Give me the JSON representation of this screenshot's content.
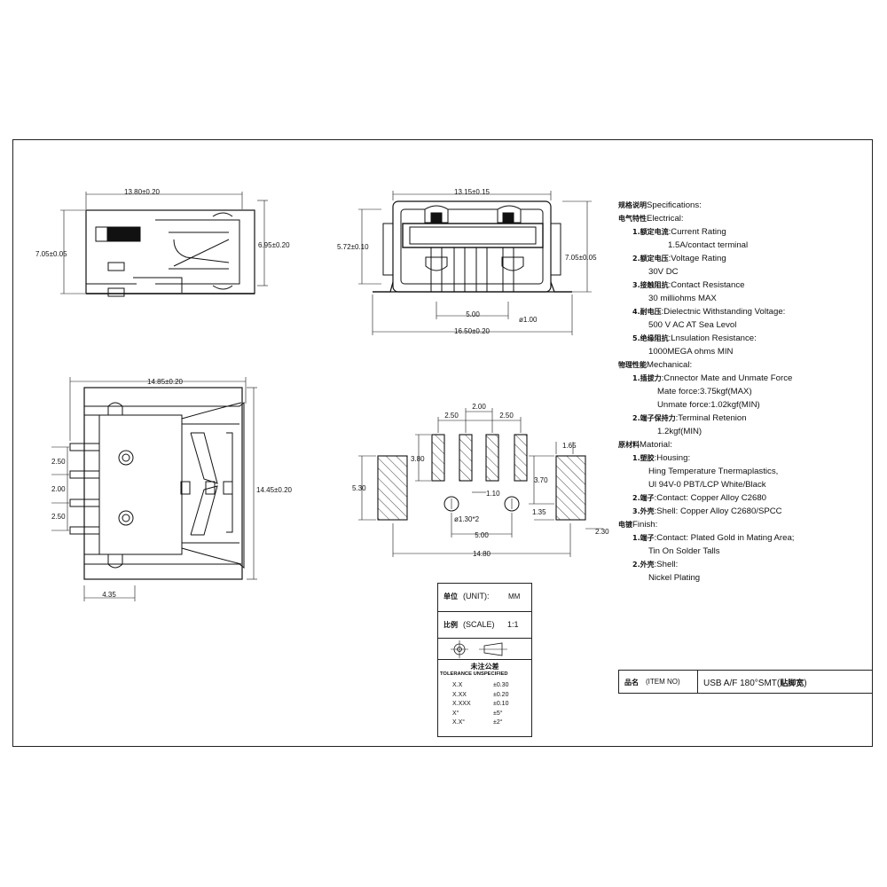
{
  "dims": {
    "top_left_width": "13.80±0.20",
    "top_left_height_left": "7.05±0.05",
    "top_left_height_right": "6.95±0.20",
    "front_top": "13.15±0.15",
    "front_left": "5.72±0.10",
    "front_right": "7.05±0.05",
    "front_pitch": "5.00",
    "front_hole": "ø1.00",
    "front_bottom": "16.50±0.20",
    "bottom_left_width": "14.85±0.20",
    "bottom_left_right": "14.45±0.20",
    "bottom_left_bottom": "4.35",
    "bottom_left_p1": "2.50",
    "bottom_left_p2": "2.00",
    "bottom_left_p3": "2.50",
    "pcb_p1": "2.50",
    "pcb_p2": "2.00",
    "pcb_p3": "2.50",
    "pcb_pad_h": "3.80",
    "pcb_big_h": "5.30",
    "pcb_right_top": "1.65",
    "pcb_right_h": "3.70",
    "pcb_mid": "1.10",
    "pcb_135": "1.35",
    "pcb_230": "2.30",
    "pcb_holes": "ø1.30*2",
    "pcb_500": "5.00",
    "pcb_total": "14.80"
  },
  "specs": [
    {
      "zh": "规格说明",
      "en": "Specifications:",
      "indent": 0
    },
    {
      "zh": "电气特性",
      "en": "Electrical:",
      "indent": 0
    },
    {
      "zh": "1.额定电流",
      "en": "Current Rating",
      "indent": 1
    },
    {
      "zh": "",
      "en": "1.5A/contact terminal",
      "indent": 3
    },
    {
      "zh": "2.额定电压",
      "en": "Voltage Rating",
      "indent": 1
    },
    {
      "zh": "",
      "en": "30V DC",
      "indent": 2
    },
    {
      "zh": "3.接触阻抗",
      "en": "Contact Resistance",
      "indent": 1
    },
    {
      "zh": "",
      "en": "30 milliohms MAX",
      "indent": 2
    },
    {
      "zh": "4.耐电压",
      "en": "Dielectnic Withstanding Voltage:",
      "indent": 1
    },
    {
      "zh": "",
      "en": "500 V AC AT Sea Levol",
      "indent": 2
    },
    {
      "zh": "5.绝缘阻抗",
      "en": "Lnsulation Resistance:",
      "indent": 1
    },
    {
      "zh": "",
      "en": "1000MEGA ohms MIN",
      "indent": 2
    },
    {
      "zh": "物理性能",
      "en": "Mechanical:",
      "indent": 0
    },
    {
      "zh": "1.插拔力",
      "en": "Cnnector Mate and Unmate Force",
      "indent": 1
    },
    {
      "zh": "",
      "en": "Mate force:3.75kgf(MAX)",
      "indent": 4
    },
    {
      "zh": "",
      "en": "Unmate force:1.02kgf(MIN)",
      "indent": 4
    },
    {
      "zh": "2.端子保持力",
      "en": "Terminal Retenion",
      "indent": 1
    },
    {
      "zh": "",
      "en": "1.2kgf(MIN)",
      "indent": 4
    },
    {
      "zh": "原材料",
      "en": "Matorial:",
      "indent": 0
    },
    {
      "zh": "1.塑胶",
      "en": "Housing:",
      "indent": 1
    },
    {
      "zh": "",
      "en": "Hing Temperature  Tnermaplastics,",
      "indent": 2
    },
    {
      "zh": "",
      "en": "Ul 94V-0  PBT/LCP White/Black",
      "indent": 2
    },
    {
      "zh": "2.端子",
      "en": "Contact: Copper Alloy C2680",
      "indent": 1
    },
    {
      "zh": "3.外壳",
      "en": "Shell:  Copper Alloy C2680/SPCC",
      "indent": 1
    },
    {
      "zh": "电镀",
      "en": "Finish:",
      "indent": 0
    },
    {
      "zh": "1.端子",
      "en": "Contact:  Plated Gold in Mating Area;",
      "indent": 1
    },
    {
      "zh": "",
      "en": "Tin On Solder Talls",
      "indent": 2
    },
    {
      "zh": "2.外壳",
      "en": "Shell:",
      "indent": 1
    },
    {
      "zh": "",
      "en": "Nickel Plating",
      "indent": 2
    }
  ],
  "unit_box": {
    "unit_zh": "单位",
    "unit_en": "(UNIT):",
    "unit_val": "MM",
    "scale_zh": "比例",
    "scale_en": "(SCALE)",
    "scale_val": "1:1",
    "tol_zh": "未注公差",
    "tol_en": "TOLERANCE UNSPECIFIED",
    "tolerances": [
      {
        "k": "X.X",
        "v": "±0.30"
      },
      {
        "k": "X.XX",
        "v": "±0.20"
      },
      {
        "k": "X.XXX",
        "v": "±0.10"
      },
      {
        "k": "X°",
        "v": "±5°"
      },
      {
        "k": "X.X°",
        "v": "±2°"
      }
    ]
  },
  "item": {
    "zh": "品名",
    "label": "(ITEM NO)",
    "value_en": "USB A/F 180°SMT(",
    "value_zh": "贴脚宽",
    "value_end": ")"
  }
}
